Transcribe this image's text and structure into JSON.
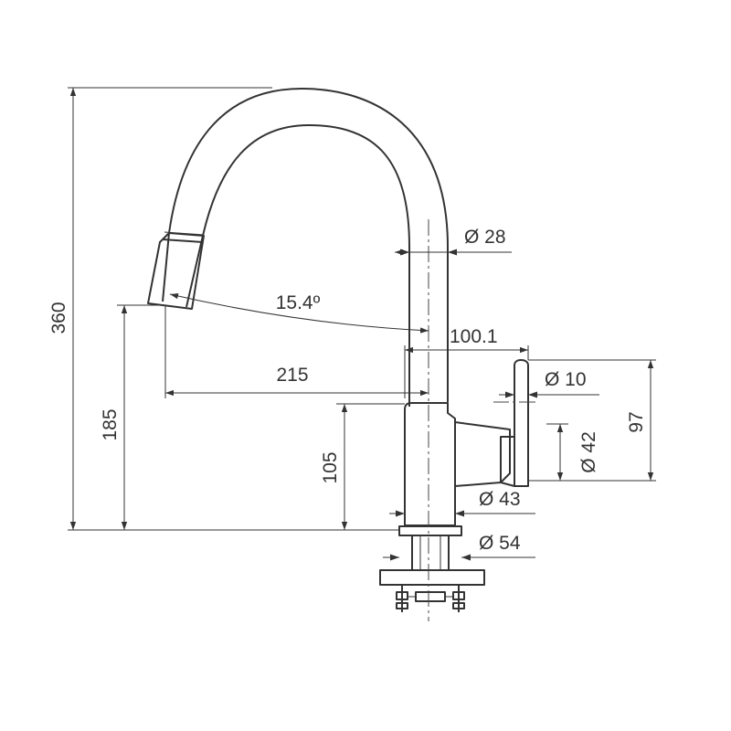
{
  "drawing": {
    "type": "technical-dimension-drawing",
    "units": "mm",
    "subject": "kitchen-faucet-with-pull-out-spout"
  },
  "dimensions": {
    "total_height": "360",
    "spout_height": "185",
    "body_height": "105",
    "spout_reach": "215",
    "spout_angle": "15.4º",
    "tube_diameter": "Ø 28",
    "lever_offset": "100.1",
    "lever_diameter": "Ø 10",
    "handle_diameter": "Ø 42",
    "handle_height": "97",
    "body_diameter": "Ø 43",
    "base_diameter": "Ø 54"
  },
  "colors": {
    "line": "#333333",
    "background": "#ffffff"
  }
}
